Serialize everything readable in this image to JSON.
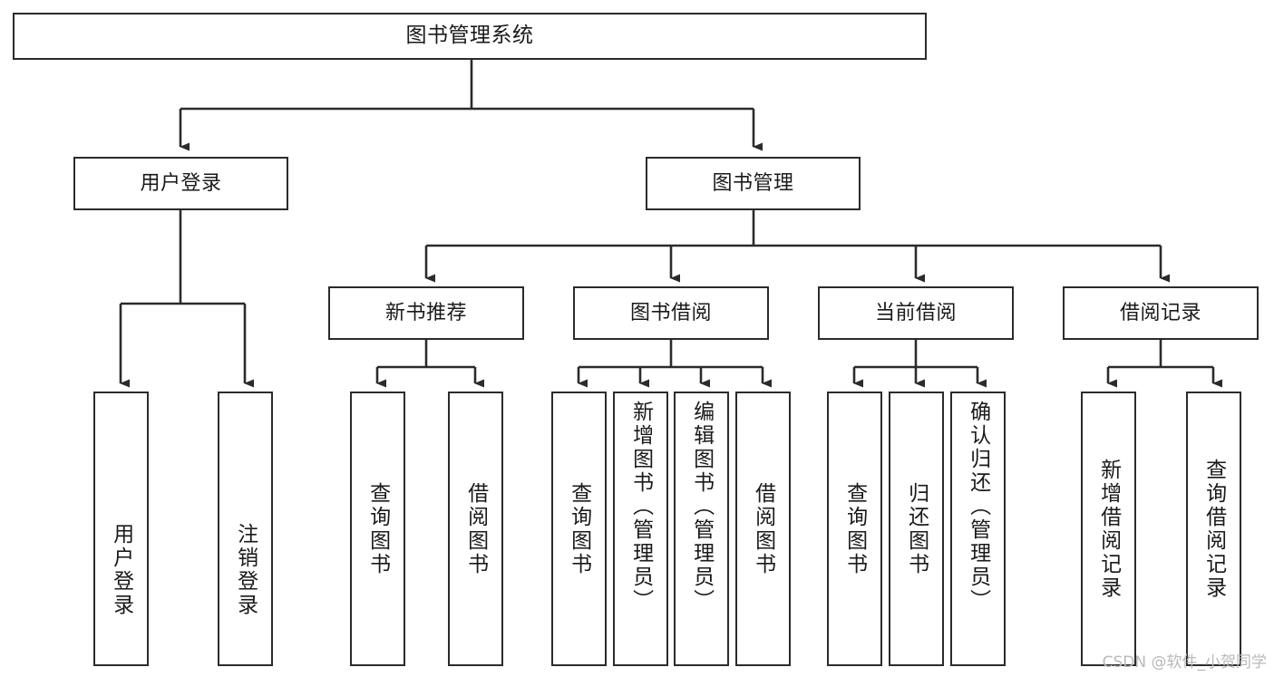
{
  "diagram": {
    "title": "图书管理系统",
    "watermark": "CSDN @软件_小贺同学",
    "colors": {
      "stroke": "#2b2b2b",
      "fill": "#ffffff",
      "text": "#1a1a1a",
      "watermark": "#b9b9b9"
    },
    "levels": {
      "root": {
        "label": "图书管理系统"
      },
      "level1": [
        {
          "label": "用户登录"
        },
        {
          "label": "图书管理"
        }
      ],
      "level2": [
        {
          "label": "新书推荐"
        },
        {
          "label": "图书借阅"
        },
        {
          "label": "当前借阅"
        },
        {
          "label": "借阅记录"
        }
      ],
      "leaves": {
        "user_login": [
          {
            "label": "用户登录"
          },
          {
            "label": "注销登录"
          }
        ],
        "new_book_recommend": [
          {
            "label": "查询图书"
          },
          {
            "label": "借阅图书"
          }
        ],
        "book_borrow": [
          {
            "label": "查询图书"
          },
          {
            "label": "新增图书（管理员）"
          },
          {
            "label": "编辑图书（管理员）"
          },
          {
            "label": "借阅图书"
          }
        ],
        "current_borrow": [
          {
            "label": "查询图书"
          },
          {
            "label": "归还图书"
          },
          {
            "label": "确认归还（管理员）"
          }
        ],
        "borrow_record": [
          {
            "label": "新增借阅记录"
          },
          {
            "label": "查询借阅记录"
          }
        ]
      }
    }
  }
}
